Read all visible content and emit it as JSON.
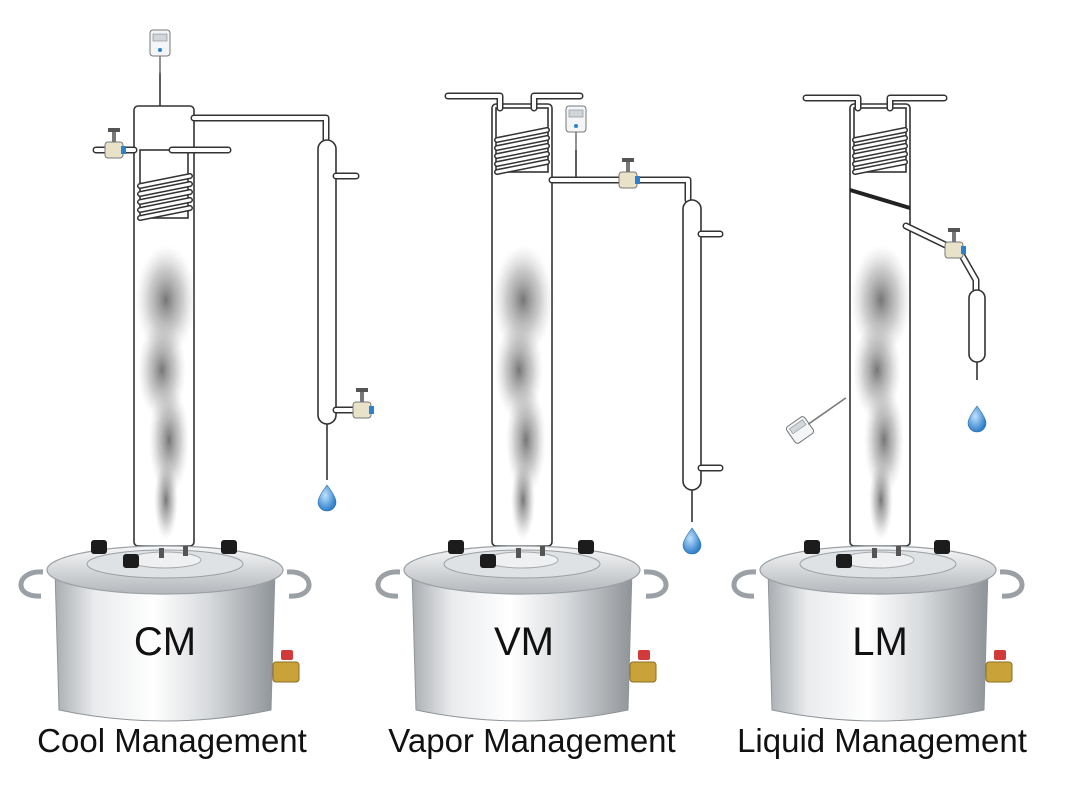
{
  "stills": [
    {
      "pot_label": "CM",
      "caption": "Cool Management"
    },
    {
      "pot_label": "VM",
      "caption": "Vapor Management"
    },
    {
      "pot_label": "LM",
      "caption": "Liquid Management"
    }
  ],
  "colors": {
    "steel_light": "#f4f5f6",
    "steel_mid": "#c9cdd1",
    "steel_dark": "#8a8f94",
    "knob": "#1c1c1c",
    "brass": "#c9a23a",
    "valve_handle": "#d23a3a",
    "water": "#3b8fd9",
    "vapor": "#6f6f6f",
    "valve_blue": "#2d7fcf",
    "outline": "#333333"
  },
  "icons": [
    "thermometer-icon",
    "needle-valve-icon",
    "water-drop-icon",
    "vapor-plume-icon",
    "coil-icon",
    "pot-icon"
  ]
}
